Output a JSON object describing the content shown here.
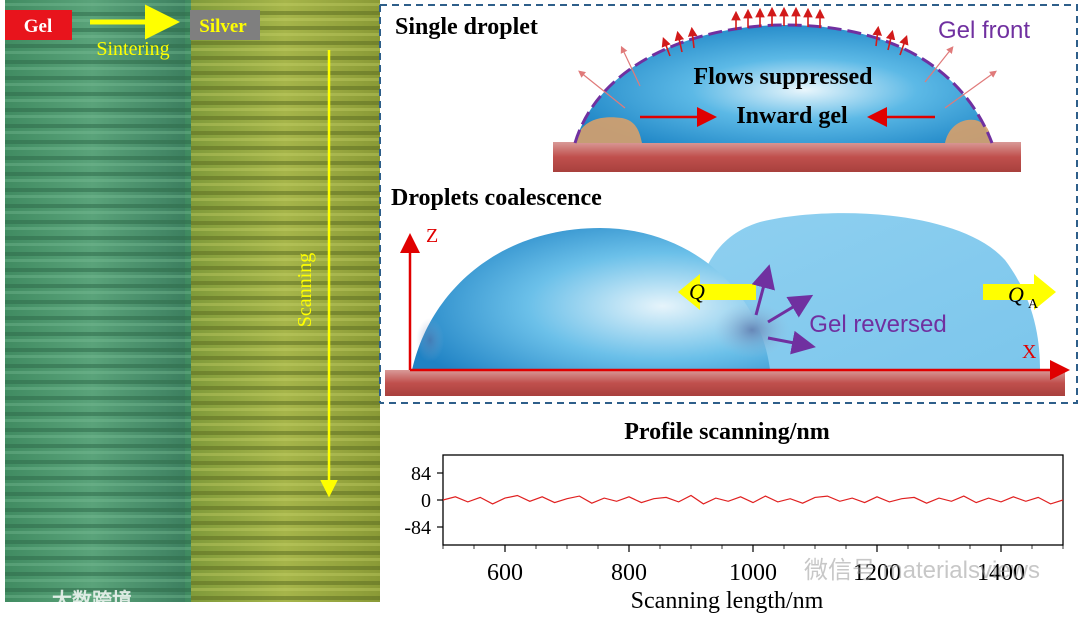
{
  "micrograph": {
    "left_tag": "Gel",
    "right_tag": "Silver",
    "arrow_label": "Sintering",
    "scan_label": "Scanning"
  },
  "single_droplet": {
    "title": "Single droplet",
    "front_label": "Gel front",
    "flow_label": "Flows suppressed",
    "inward_label": "Inward gel"
  },
  "coalescence": {
    "title": "Droplets coalescence",
    "z_label": "Z",
    "x_label": "X",
    "q_label": "Q",
    "qa_label": "Q",
    "qa_sub": "A",
    "reversed_label": "Gel reversed"
  },
  "chart_data": {
    "type": "line",
    "title": "Profile scanning/nm",
    "xlabel": "Scanning length/nm",
    "ylabel": "",
    "xlim": [
      500,
      1500
    ],
    "ylim": [
      -140,
      140
    ],
    "x_ticks": [
      "600",
      "800",
      "1000",
      "1200",
      "1400"
    ],
    "y_ticks": [
      "84",
      "0",
      "-84"
    ],
    "series": [
      {
        "color": "#e02020",
        "x": [
          500,
          520,
          540,
          560,
          580,
          600,
          620,
          640,
          660,
          680,
          700,
          720,
          740,
          760,
          780,
          800,
          820,
          840,
          860,
          880,
          900,
          920,
          940,
          960,
          980,
          1000,
          1020,
          1040,
          1060,
          1080,
          1100,
          1120,
          1140,
          1160,
          1180,
          1200,
          1220,
          1240,
          1260,
          1280,
          1300,
          1320,
          1340,
          1360,
          1380,
          1400,
          1420,
          1440,
          1460,
          1480,
          1500
        ],
        "values": [
          0,
          10,
          -6,
          8,
          -12,
          6,
          14,
          -4,
          10,
          -8,
          4,
          12,
          -10,
          6,
          -4,
          10,
          -8,
          4,
          8,
          -6,
          14,
          -12,
          6,
          -4,
          10,
          -8,
          12,
          -6,
          4,
          -10,
          8,
          12,
          -4,
          6,
          -8,
          10,
          -6,
          4,
          8,
          -10,
          6,
          -4,
          12,
          -8,
          6,
          -6,
          10,
          -4,
          8,
          -12,
          0
        ]
      }
    ]
  },
  "colors": {
    "gel_tag": "#e8141c",
    "silver_tag": "#7f7f7f",
    "arrow_yellow": "#ffff00",
    "purple_text": "#7030a0",
    "substrate": "#c0504d",
    "dashed_border": "#2e5f8a"
  },
  "watermark": {
    "left": "大数跨境",
    "right": "微信号 materialsviews"
  }
}
